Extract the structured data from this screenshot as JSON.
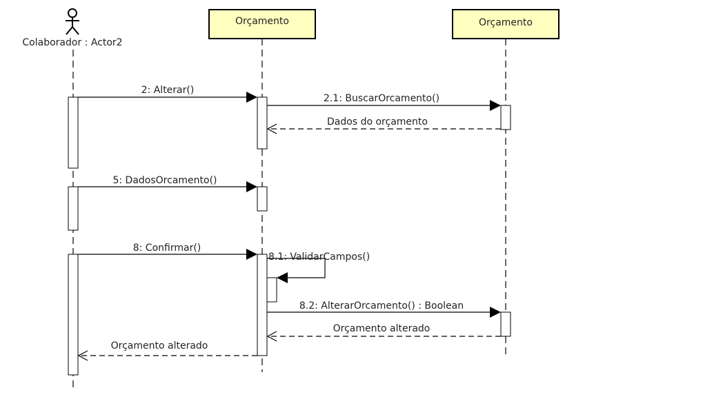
{
  "participants": {
    "actor": "Colaborador : Actor2",
    "obj1": "Orçamento",
    "obj2": "Orçamento"
  },
  "messages": {
    "m2": "2: Alterar()",
    "m21": "2.1: BuscarOrcamento()",
    "r21": "Dados do orçamento",
    "m5": "5: DadosOrcamento()",
    "m8": "8: Confirmar()",
    "m81": "8.1: ValidarCampos()",
    "m82": "8.2: AlterarOrcamento() : Boolean",
    "r82": "Orçamento alterado",
    "r8": "Orçamento alterado"
  },
  "colors": {
    "object_fill": "#ffffc0",
    "line": "#000000",
    "text": "#222222"
  }
}
